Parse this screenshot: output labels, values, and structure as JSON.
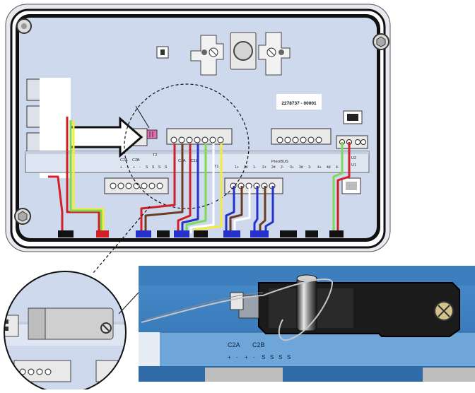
{
  "labels": {
    "part_number": "2278737 - 00001",
    "t2": "T2",
    "t1": "T1",
    "u2": "U2",
    "u1": "U1",
    "precibus": "PreciBUS",
    "c2a": "C2A",
    "c2b": "C2B",
    "c1a": "C1A",
    "c1b": "C1B"
  },
  "strip_labels_left": [
    "+",
    "-",
    "+",
    "-",
    "S",
    "S",
    "S",
    "S"
  ],
  "strip_labels_right": [
    "1+",
    "1d",
    "1-",
    "2+",
    "2d",
    "2-",
    "3+",
    "3d",
    "3-",
    "4+",
    "4d",
    "4-"
  ],
  "photo_labels": {
    "c2a": "C2A",
    "c2b": "C2B",
    "signs": [
      "+",
      "-",
      "+",
      "-",
      "S",
      "S",
      "S",
      "S"
    ]
  },
  "colors": {
    "housing_bg": "#cfd9ee",
    "housing_frame": "#111111",
    "strip": "#dfe6f3",
    "photo_board": "#3a7fc0",
    "wire_red": "#d21f26",
    "wire_green": "#7ed957",
    "wire_yellow": "#f3ec3a",
    "wire_blue": "#2531c9",
    "wire_brown": "#6b3d22"
  }
}
